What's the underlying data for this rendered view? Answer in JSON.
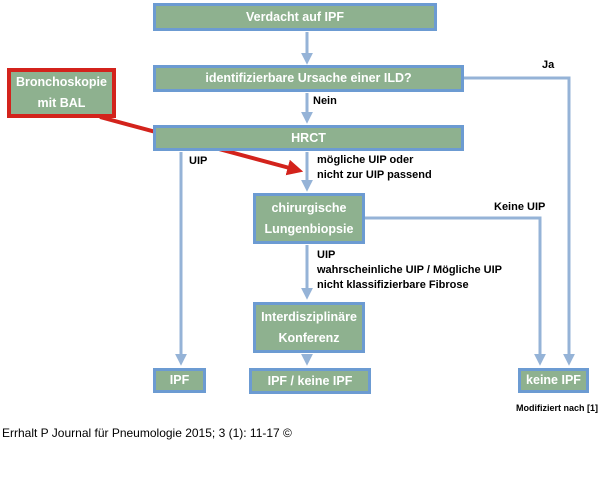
{
  "diagram": {
    "nodes": {
      "verdacht": {
        "label": "Verdacht auf IPF"
      },
      "ursache": {
        "label": "identifizierbare Ursache einer ILD?"
      },
      "hrct": {
        "label": "HRCT"
      },
      "bronchoskopie": {
        "line1": "Bronchoskopie",
        "line2": "mit BAL"
      },
      "biopsie": {
        "line1": "chirurgische",
        "line2": "Lungenbiopsie"
      },
      "konferenz": {
        "line1": "Interdisziplinäre",
        "line2": "Konferenz"
      },
      "ipf": {
        "label": "IPF"
      },
      "ipf_oder_keine_ipf": {
        "label": "IPF / keine IPF"
      },
      "keine_ipf": {
        "label": "keine IPF"
      }
    },
    "edge_labels": {
      "ja": "Ja",
      "nein": "Nein",
      "uip": "UIP",
      "keine_uip": "Keine UIP",
      "hrct_moegliche_line1": "mögliche UIP oder",
      "hrct_moegliche_line2": "nicht zur UIP passend",
      "biopsie_out_line1": "UIP",
      "biopsie_out_line2": "wahrscheinliche UIP / Mögliche UIP",
      "biopsie_out_line3": "nicht klassifizierbare Fibrose"
    },
    "footnote": "Modifiziert nach [1]",
    "citation": "Errhalt P Journal für Pneumologie 2015; 3 (1): 11-17 ©",
    "colors": {
      "node_fill": "#8eb18f",
      "node_border": "#6c9bd2",
      "connector": "#95b3d7",
      "highlight": "#d3231c",
      "node_text": "#ffffff",
      "label_text": "#000000"
    }
  }
}
